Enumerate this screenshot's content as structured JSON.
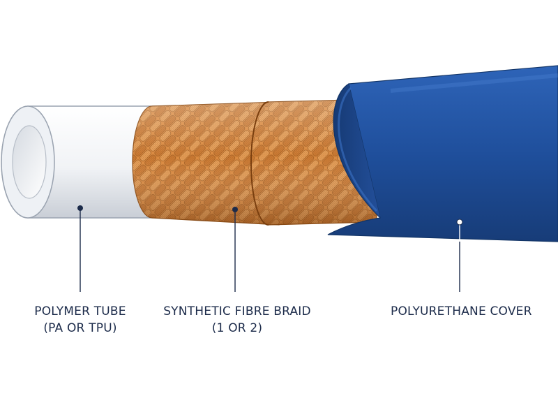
{
  "labels": {
    "tube": {
      "line1": "POLYMER TUBE",
      "line2": "(PA OR TPU)"
    },
    "braid": {
      "line1": "SYNTHETIC FIBRE BRAID",
      "line2": "(1 OR 2)"
    },
    "cover": {
      "line1": "POLYURETHANE COVER"
    }
  },
  "colors": {
    "tube": "#f4f6f9",
    "braid": "#d9893f",
    "cover": "#1f4f9c",
    "leader": "#1c2b4a"
  }
}
